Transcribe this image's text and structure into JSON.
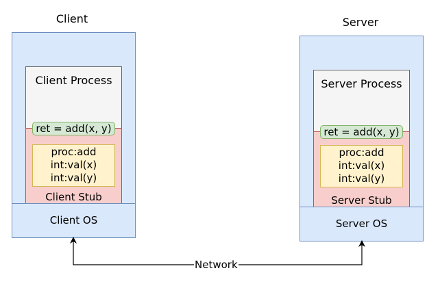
{
  "colors": {
    "machine_fill": "#dae8fc",
    "machine_border": "#6c8ebf",
    "process_fill": "#f5f5f5",
    "process_border": "#666666",
    "stub_fill": "#f8cecc",
    "stub_border": "#b85450",
    "call_fill": "#d5e8d4",
    "call_border": "#82b366",
    "params_fill": "#fff2cc",
    "params_border": "#d6b656",
    "arrow": "#000000"
  },
  "client": {
    "title": "Client",
    "process_label": "Client Process",
    "call": "ret = add(x, y)",
    "params": [
      "proc:add",
      "int:val(x)",
      "int:val(y)"
    ],
    "stub_label": "Client Stub",
    "os_label": "Client OS"
  },
  "server": {
    "title": "Server",
    "process_label": "Server Process",
    "call": "ret = add(x, y)",
    "params": [
      "proc:add",
      "int:val(x)",
      "int:val(y)"
    ],
    "stub_label": "Server Stub",
    "os_label": "Server OS"
  },
  "network": {
    "label": "Network"
  }
}
